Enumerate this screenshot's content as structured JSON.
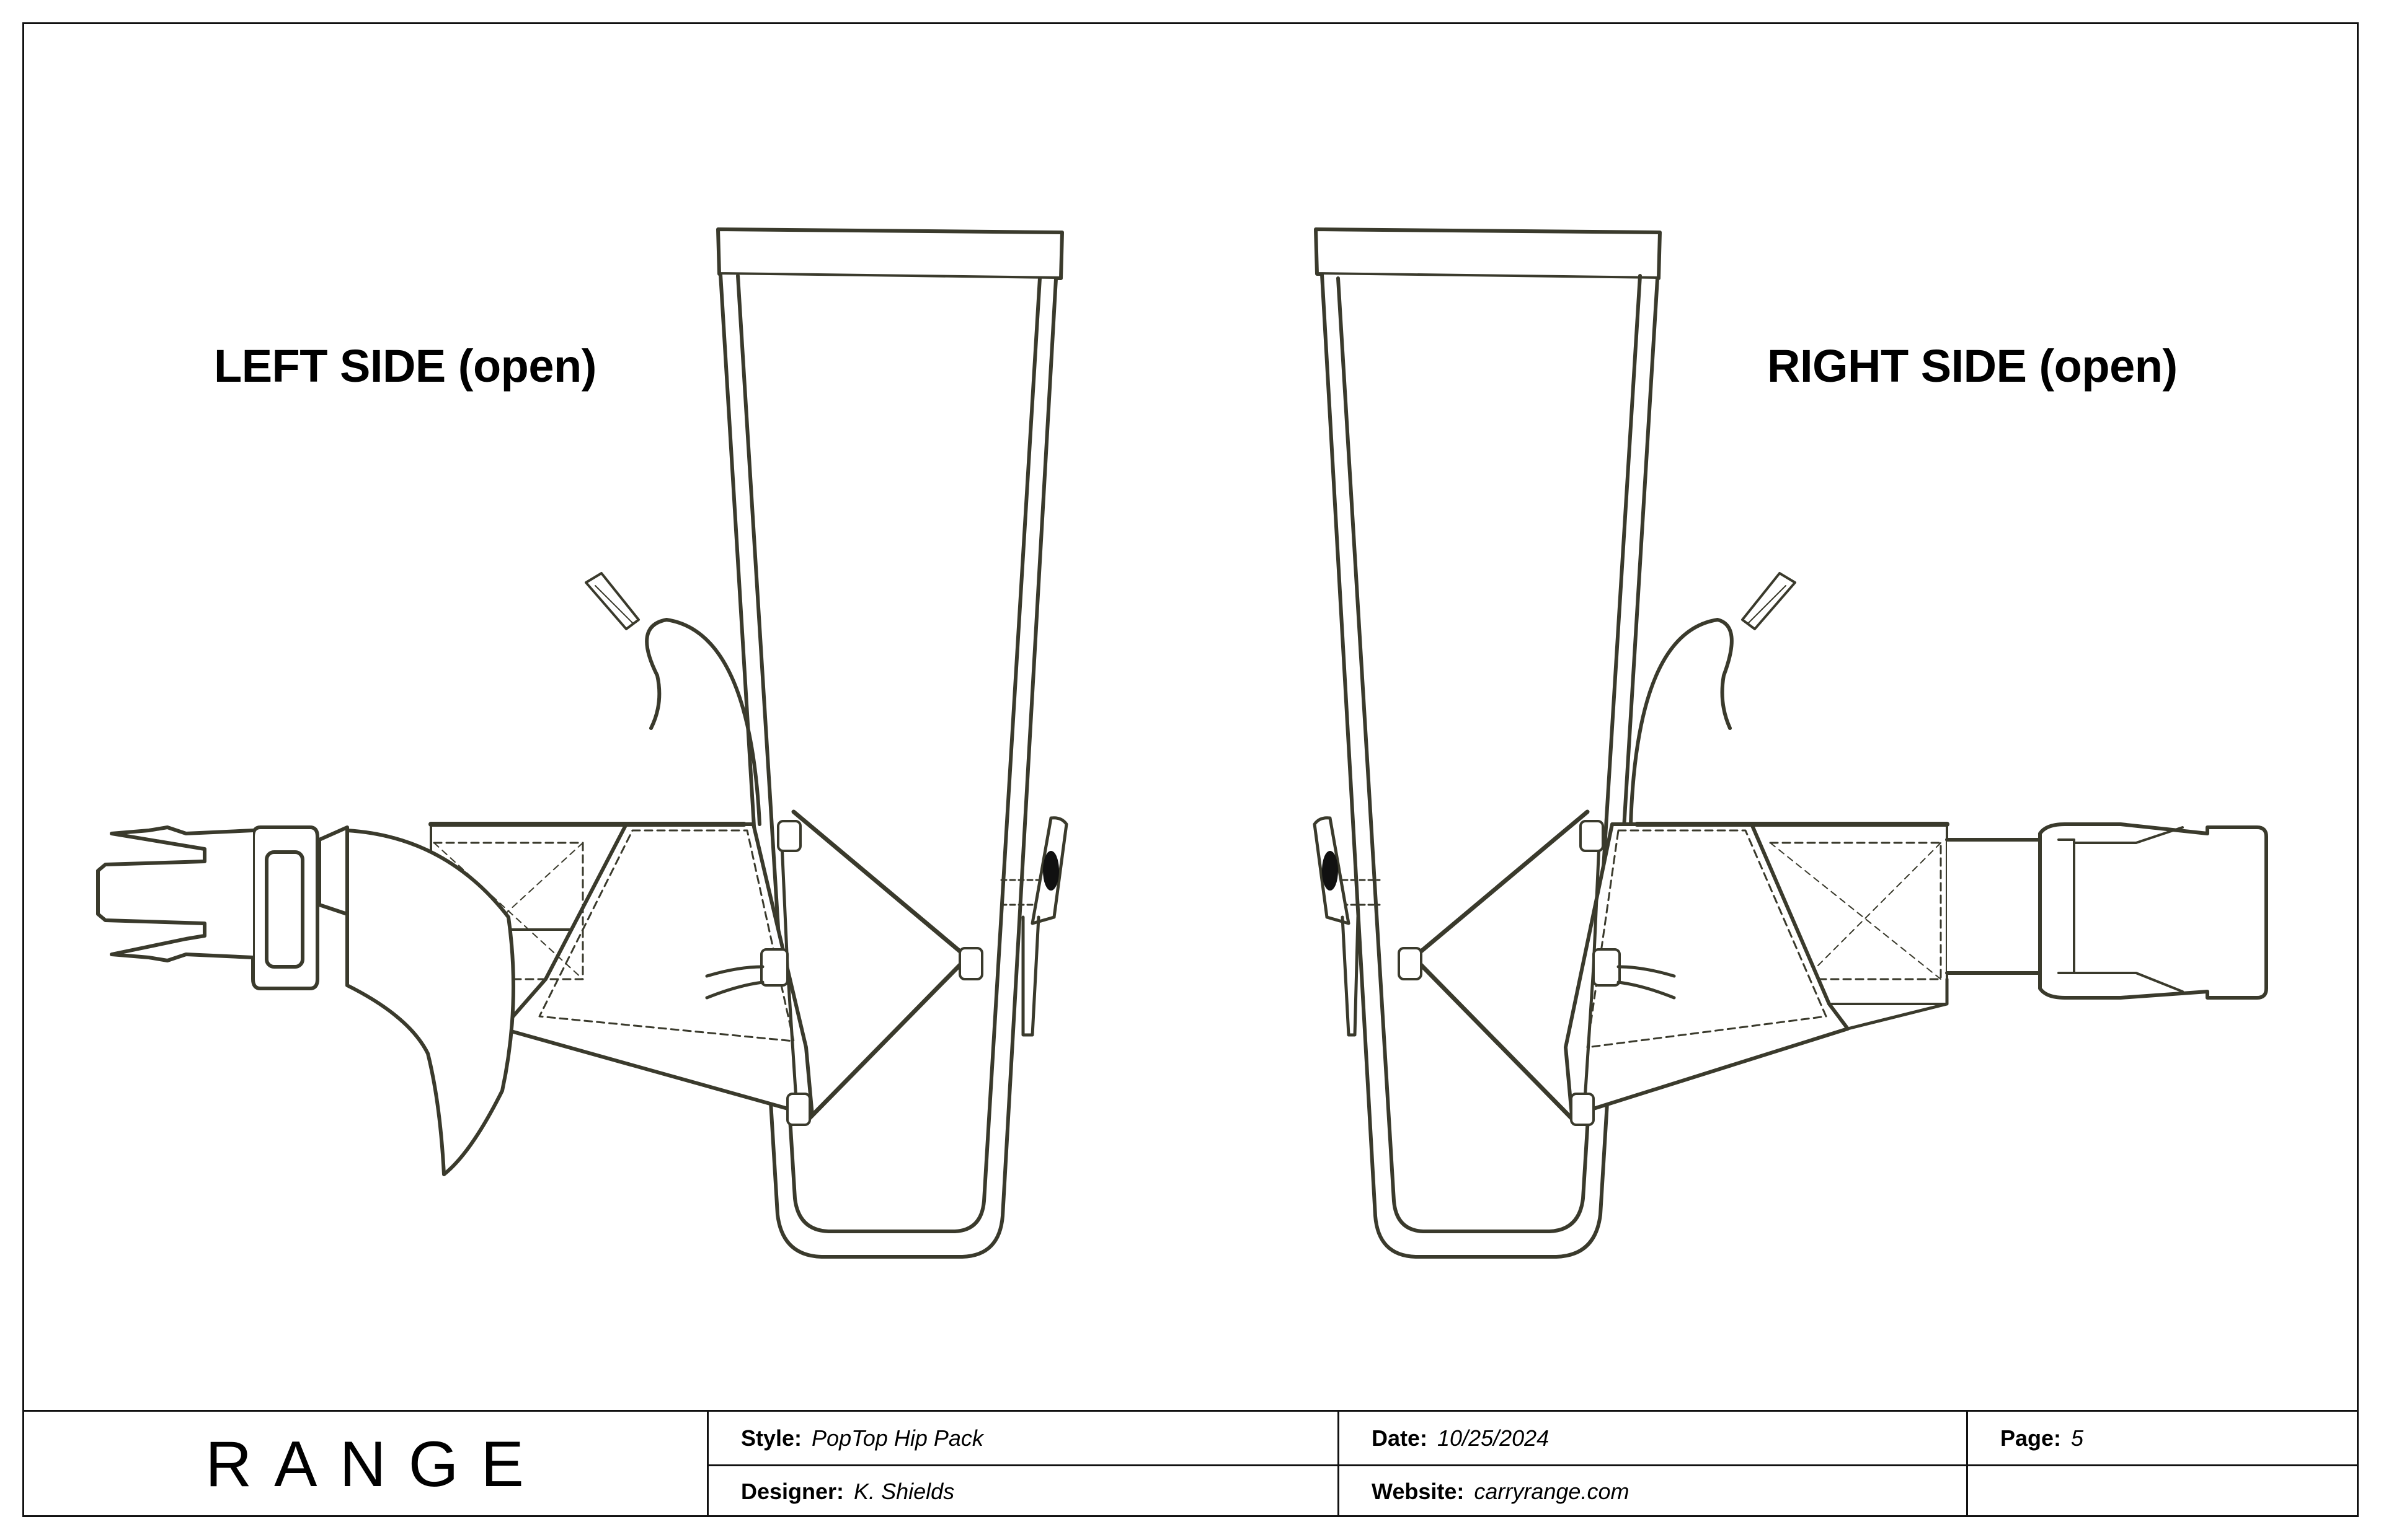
{
  "labels": {
    "left_view": "LEFT SIDE (open)",
    "right_view": "RIGHT SIDE (open)"
  },
  "titleblock": {
    "brand": "RANGE",
    "style_key": "Style:",
    "style_value": "PopTop Hip Pack",
    "designer_key": "Designer:",
    "designer_value": "K. Shields",
    "date_key": "Date:",
    "date_value": "10/25/2024",
    "website_key": "Website:",
    "website_value": "carryrange.com",
    "page_key": "Page:",
    "page_value": "5"
  },
  "colors": {
    "line": "#3a3a2c",
    "frame": "#111111",
    "fill": "#ffffff"
  }
}
